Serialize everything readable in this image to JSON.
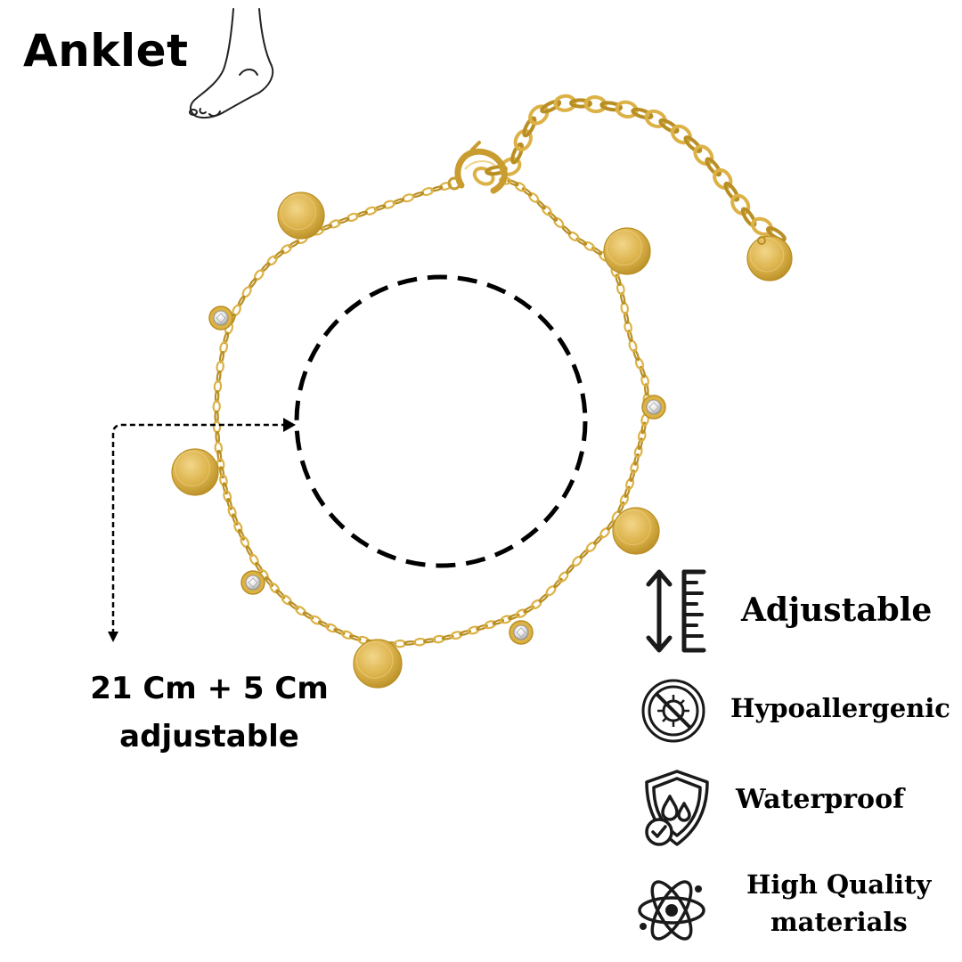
{
  "product": {
    "title": "Anklet",
    "size_line_1": "21 Cm + 5 Cm",
    "size_line_2": "adjustable"
  },
  "features": [
    {
      "label": "Adjustable",
      "icon": "ruler-arrow-icon"
    },
    {
      "label": "Hypoallergenic",
      "icon": "no-allergen-icon"
    },
    {
      "label": "Waterproof",
      "icon": "shield-drop-icon"
    },
    {
      "label_line_1": "High Quality",
      "label_line_2": "materials",
      "icon": "atom-icon"
    }
  ],
  "colors": {
    "gold": "#dcb246",
    "gold_dark": "#b98f24",
    "text": "#000000"
  }
}
